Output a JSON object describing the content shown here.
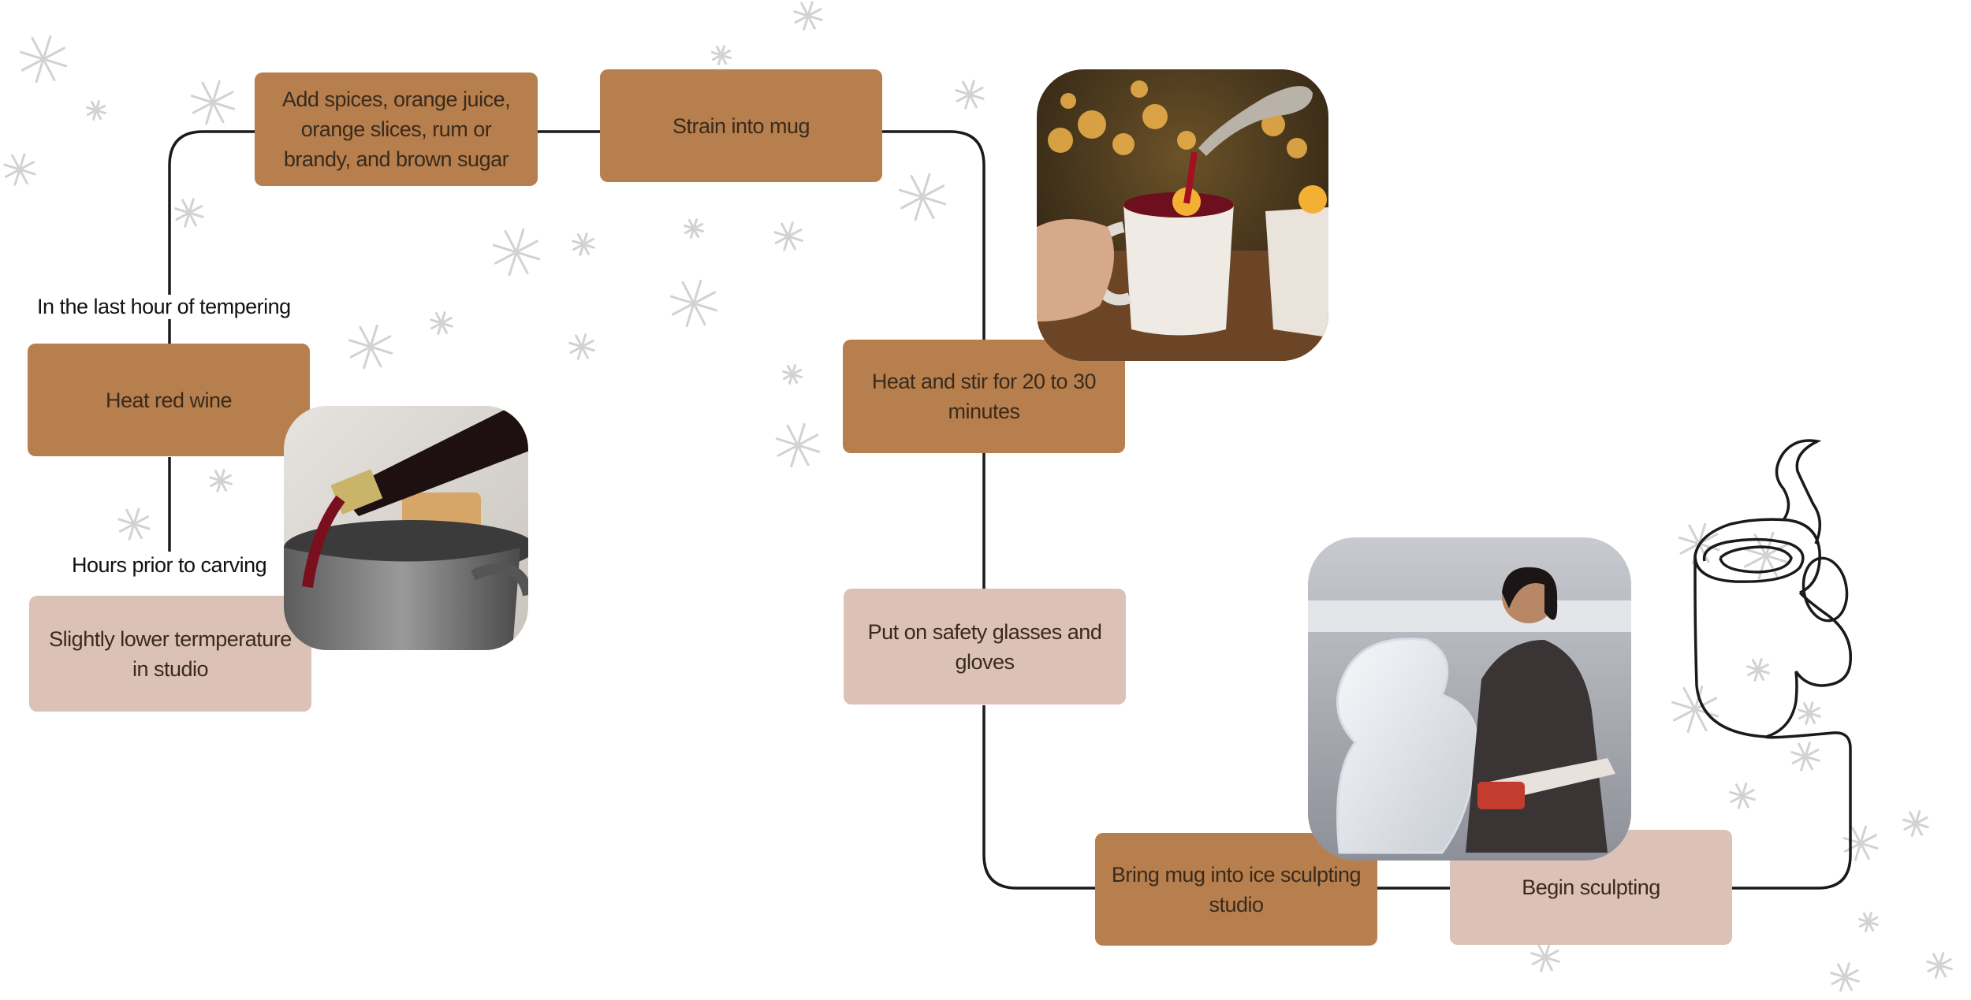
{
  "steps": {
    "spices": "Add spices, orange juice, orange slices, rum or brandy, and brown sugar",
    "strain": "Strain into mug",
    "heat_wine": "Heat red wine",
    "lower_temp": "Slightly lower termperature in studio",
    "heat_stir": "Heat and stir for 20 to 30 minutes",
    "safety": "Put on safety glasses and gloves",
    "bring_mug": "Bring mug into ice sculpting studio",
    "begin": "Begin sculpting"
  },
  "labels": {
    "last_hour": "In the last hour of tempering",
    "hours_prior": "Hours prior to carving"
  },
  "photos": {
    "wine_pour": "wine-pour-photo",
    "mulled_mug": "mulled-wine-mug-photo",
    "ice_sculptor": "ice-sculptor-photo"
  },
  "colors": {
    "dark_box": "#b67f4d",
    "light_box": "#dcc2b6",
    "line": "#1a1a1a",
    "snowflake": "#d9d9d9"
  }
}
